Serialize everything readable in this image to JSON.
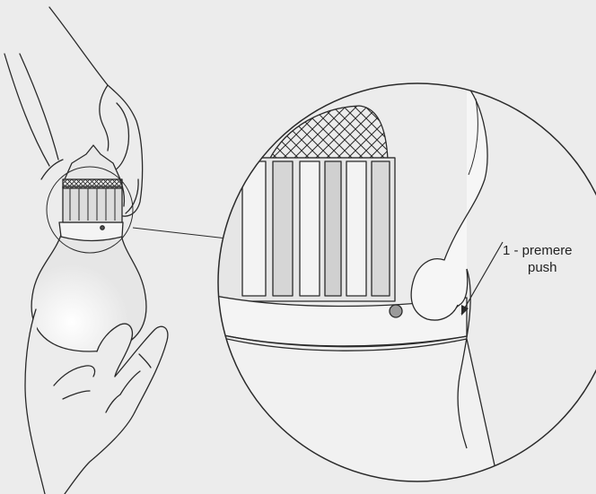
{
  "diagram": {
    "callout": {
      "number": "1",
      "line1": "1 - premere",
      "line2": "push"
    },
    "colors": {
      "background": "#ececec",
      "stroke": "#2a2a2a",
      "bulb_fill": "#f1f1f1",
      "shadow": "#d8d8d8"
    }
  }
}
